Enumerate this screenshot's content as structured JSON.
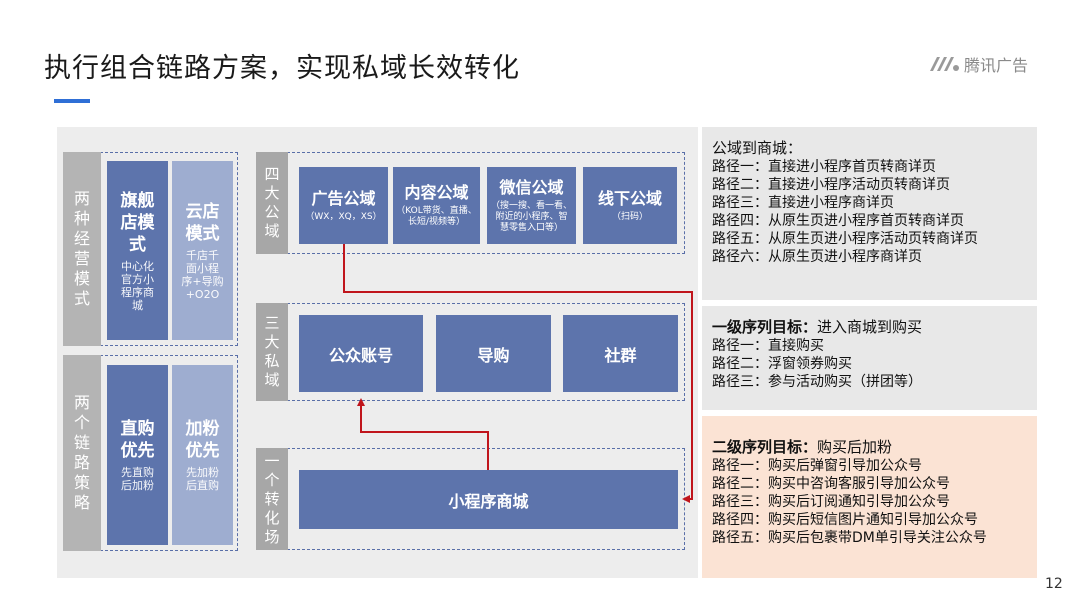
{
  "header": {
    "title": "执行组合链路方案，实现私域长效转化",
    "logo_text": "腾讯广告",
    "page_number": "12"
  },
  "left_groups": [
    {
      "label": [
        "两",
        "种",
        "经",
        "营",
        "模",
        "式"
      ],
      "cards": [
        {
          "title": "旗舰店模式",
          "title_lines": [
            "旗舰",
            "店模",
            "式"
          ],
          "sub_lines": [
            "中心化",
            "官方小",
            "程序商",
            "城"
          ]
        },
        {
          "title": "云店模式",
          "title_lines": [
            "云店",
            "模式"
          ],
          "sub_lines": [
            "千店千",
            "面小程",
            "序+导购",
            "+O2O"
          ]
        }
      ]
    },
    {
      "label": [
        "两",
        "个",
        "链",
        "路",
        "策",
        "略"
      ],
      "cards": [
        {
          "title_lines": [
            "直购",
            "优先"
          ],
          "sub_lines": [
            "先直购",
            "后加粉"
          ]
        },
        {
          "title_lines": [
            "加粉",
            "优先"
          ],
          "sub_lines": [
            "先加粉",
            "后直购"
          ]
        }
      ]
    }
  ],
  "domains": {
    "public": {
      "label": [
        "四",
        "大",
        "公",
        "域"
      ],
      "boxes": [
        {
          "title": "广告公域",
          "sub_lines": [
            "（WX，XQ，XS）"
          ]
        },
        {
          "title": "内容公域",
          "sub_lines": [
            "（KOL带货、直播、",
            "长短/视频等）"
          ]
        },
        {
          "title": "微信公域",
          "sub_lines": [
            "（搜一搜、看一看、",
            "附近的小程序、智",
            "慧零售入口等）"
          ]
        },
        {
          "title": "线下公域",
          "sub_lines": [
            "（扫码）"
          ]
        }
      ]
    },
    "private": {
      "label": [
        "三",
        "大",
        "私",
        "域"
      ],
      "boxes": [
        {
          "title": "公众账号"
        },
        {
          "title": "导购"
        },
        {
          "title": "社群"
        }
      ]
    },
    "conversion": {
      "label": [
        "一",
        "个",
        "转",
        "化",
        "场"
      ],
      "box": {
        "title": "小程序商城"
      }
    }
  },
  "info_boxes": [
    {
      "heading_bold": "",
      "heading_rest": "公域到商城：",
      "lines": [
        "路径一：直接进小程序首页转商详页",
        "路径二：直接进小程序活动页转商详页",
        "路径三：直接进小程序商详页",
        "路径四：从原生页进小程序首页转商详页",
        "路径五：从原生页进小程序活动页转商详页",
        "路径六：从原生页进小程序商详页"
      ]
    },
    {
      "heading_bold": "一级序列目标：",
      "heading_rest": "进入商城到购买",
      "lines": [
        "路径一：直接购买",
        "路径二：浮窗领券购买",
        "路径三：参与活动购买（拼团等）"
      ]
    },
    {
      "heading_bold": "二级序列目标：",
      "heading_rest": "购买后加粉",
      "lines": [
        "路径一：购买后弹窗引导加公众号",
        "路径二：购买中咨询客服引导加公众号",
        "路径三：购买后订阅通知引导加公众号",
        "路径四：购买后短信图片通知引导加公众号",
        "路径五：购买后包裹带DM单引导关注公众号"
      ]
    }
  ],
  "colors": {
    "accent_blue": "#2f6fd6",
    "card_blue": "#5d74ac",
    "card_light_blue": "#9eadd0",
    "gray_label": "#b4b4b4",
    "panel_gray": "#ededed",
    "info_gray": "#e8e8e8",
    "info_peach": "#fbe3d4",
    "arrow_red": "#c0151c"
  }
}
